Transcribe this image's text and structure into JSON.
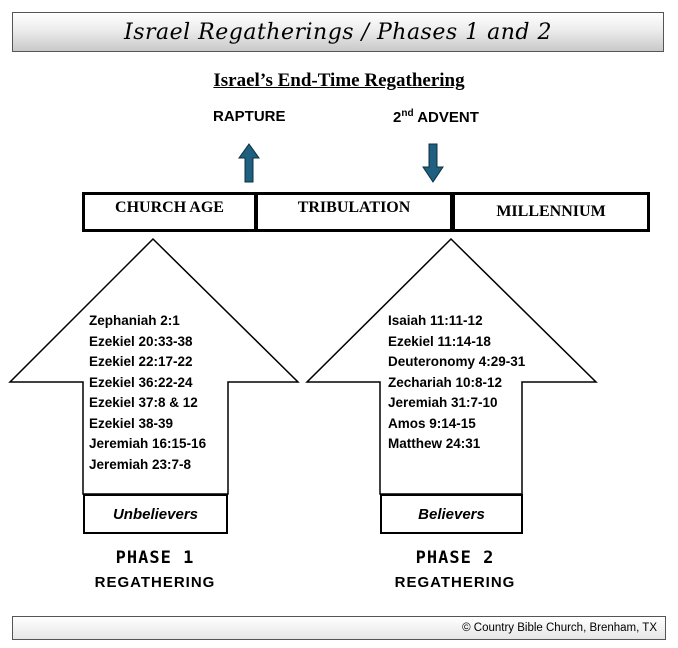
{
  "banner": {
    "title": "Israel Regatherings / Phases 1 and 2"
  },
  "subtitle": "Israel’s End-Time Regathering",
  "events": {
    "rapture": "RAPTURE",
    "second_advent_num": "2",
    "second_advent_sup": "nd",
    "second_advent_word": "ADVENT"
  },
  "timeline": {
    "church_age": "CHURCH AGE",
    "tribulation": "TRIBULATION",
    "millennium": "MILLENNIUM"
  },
  "phase1": {
    "references": [
      "Zephaniah 2:1",
      "Ezekiel 20:33-38",
      "Ezekiel 22:17-22",
      "Ezekiel 36:22-24",
      "Ezekiel 37:8 & 12",
      "Ezekiel 38-39",
      "Jeremiah 16:15-16",
      "Jeremiah 23:7-8"
    ],
    "group": "Unbelievers",
    "title": "PHASE 1",
    "subtitle": "REGATHERING"
  },
  "phase2": {
    "references": [
      "Isaiah 11:11-12",
      "Ezekiel 11:14-18",
      "Deuteronomy 4:29-31",
      "Zechariah 10:8-12",
      "Jeremiah 31:7-10",
      "Amos 9:14-15",
      "Matthew 24:31"
    ],
    "group": "Believers",
    "title": "PHASE 2",
    "subtitle": "REGATHERING"
  },
  "footer": {
    "copyright": "© Country Bible Church, Brenham, TX"
  },
  "colors": {
    "event_arrow": "#1f5f7f",
    "outline": "#000000"
  }
}
